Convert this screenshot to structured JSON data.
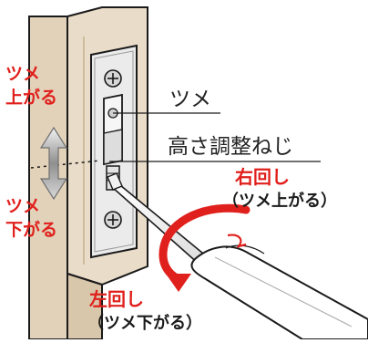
{
  "labels": {
    "left_up_1": "ツメ",
    "left_up_2": "上がる",
    "left_down_1": "ツメ",
    "left_down_2": "下がる",
    "callout_tab": "ツメ",
    "callout_screw": "高さ調整ねじ",
    "right_turn_1": "右回し",
    "right_turn_2": "（ツメ上がる）",
    "left_turn_1": "左回し",
    "left_turn_2": "（ツメ下がる）"
  },
  "colors": {
    "accent_red": "#e0201c",
    "frame_wood": "#e7d8c2",
    "strike_plate": "#ebebeb",
    "outline": "#1a1a1a",
    "up_down_arrow": "#bdbdbd"
  },
  "icons": {
    "up_down_arrow": "double-headed-vertical-arrow",
    "rotation_arrow": "curved-rotation-arrow"
  }
}
